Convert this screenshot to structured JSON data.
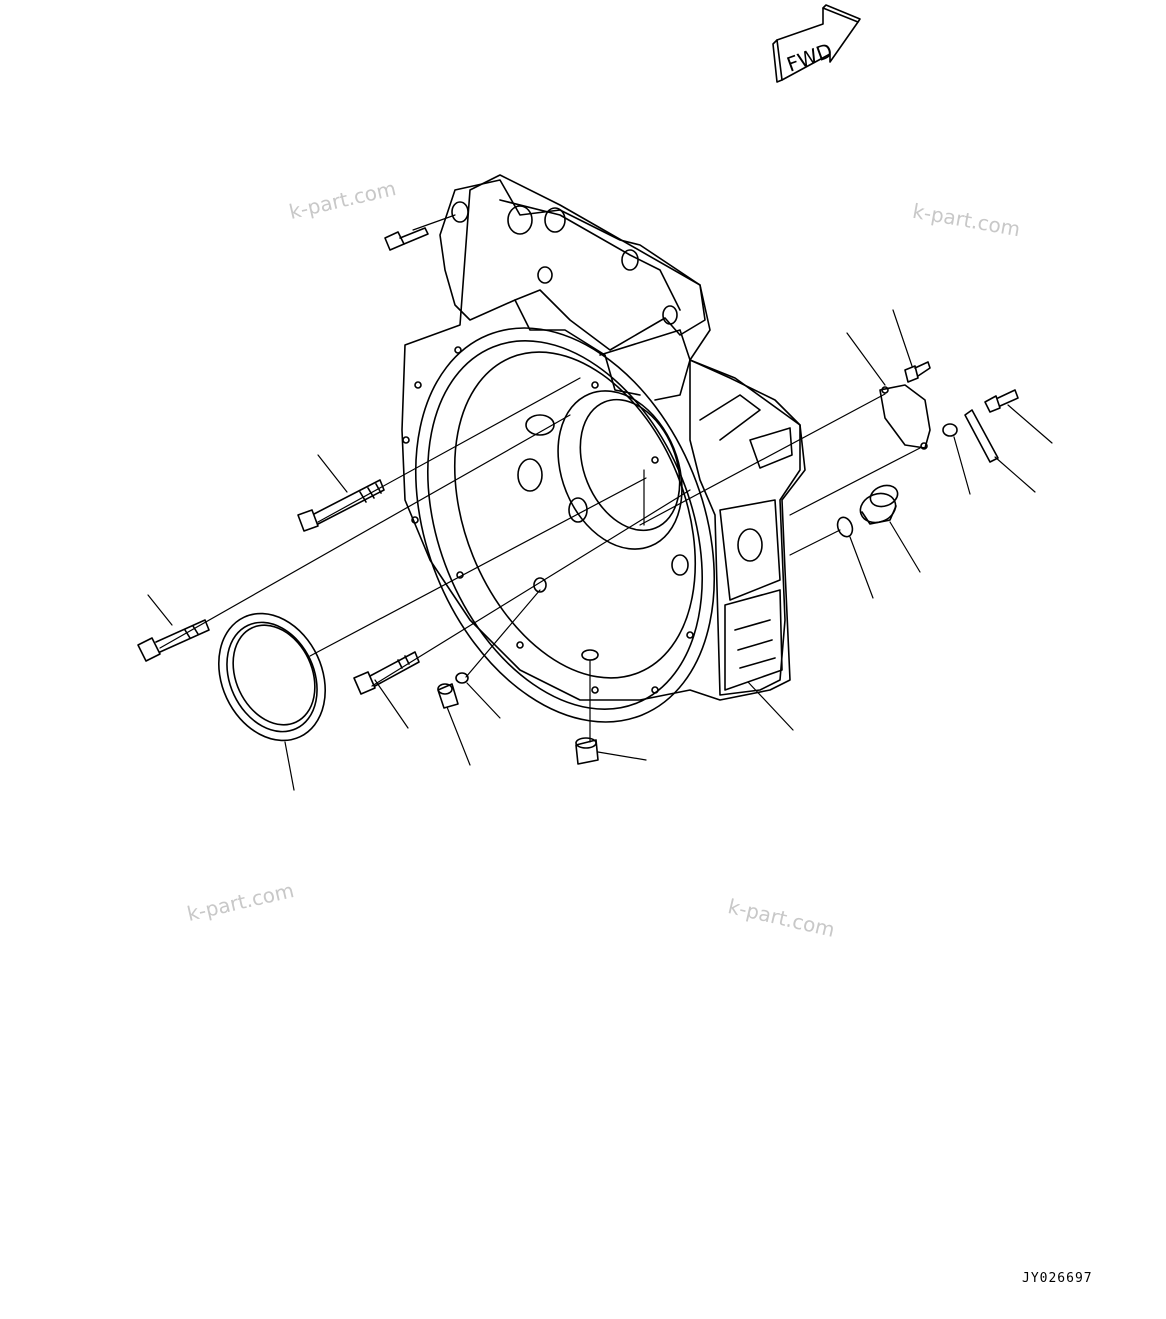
{
  "watermarks": [
    "k-part.com",
    "k-part.com",
    "k-part.com",
    "k-part.com"
  ],
  "direction_tag": "FWD",
  "drawing_code": "JY026697",
  "colors": {
    "line": "#000000",
    "watermark": "#c8c8c8",
    "background": "#ffffff"
  }
}
